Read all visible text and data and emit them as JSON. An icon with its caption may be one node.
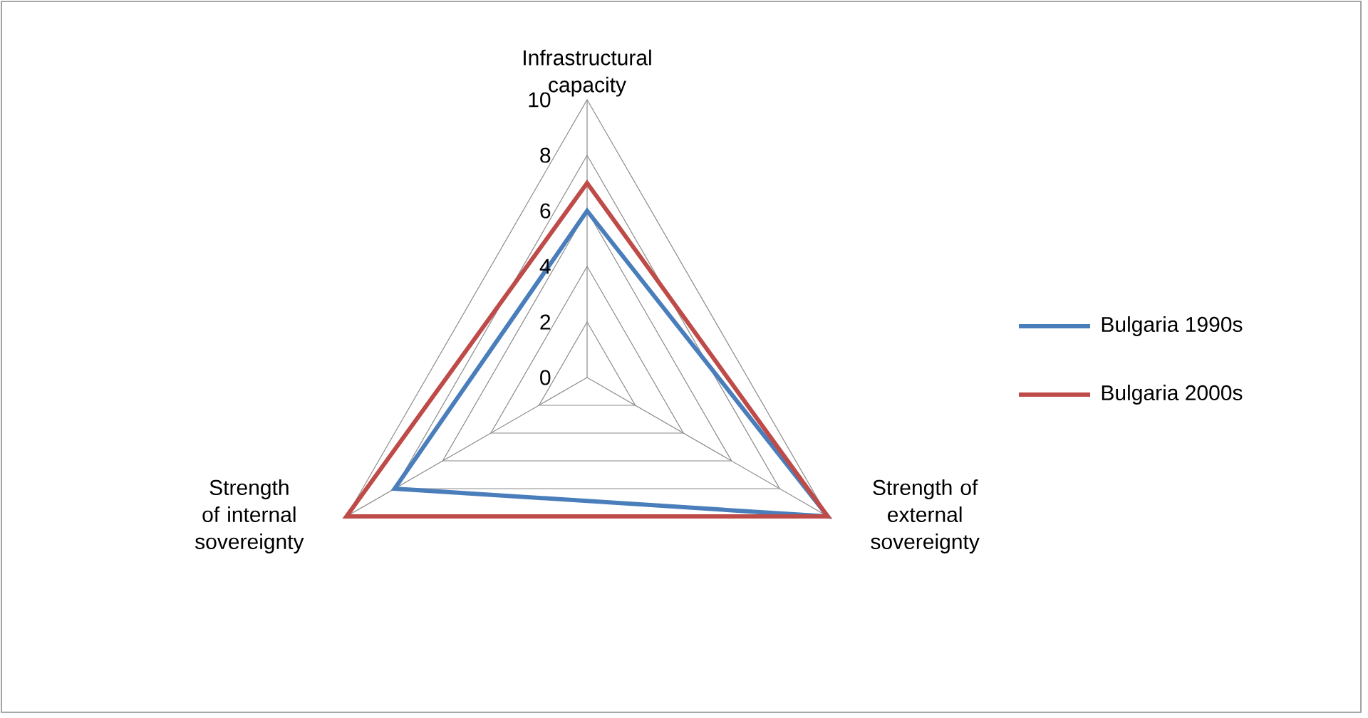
{
  "diagram": {
    "labels": [
      "Infrastructural capacity",
      "10",
      "8",
      "6",
      "4",
      "2",
      "0",
      "Strength of internal sovereignty",
      "Strength of external sovereignty"
    ],
    "legend": [
      {
        "text": "Bulgaria 1990s"
      },
      {
        "text": "Bulgaria 2000s"
      }
    ]
  }
}
